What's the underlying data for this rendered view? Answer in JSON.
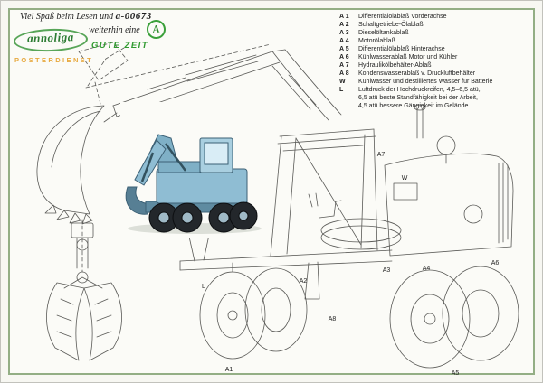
{
  "page": {
    "bg": "#f7f7f2",
    "frame_color": "#93ae85"
  },
  "header": {
    "greeting_line1": "Viel Spaß beim Lesen und",
    "greeting_code": "a-00673",
    "greeting_line2": "weiterhin eine",
    "badge_letter": "A",
    "greeting_line3": "GUTE ZEIT",
    "accent_green": "#2f9a2f",
    "logo_text": "annoliga",
    "logo_sub": "POSTERDIENST",
    "logo_green": "#2e7d34",
    "posterdienst_orange": "#e7a93f"
  },
  "legend": {
    "items": [
      {
        "code": "A 1",
        "text": "Differentialölablaß Vorderachse"
      },
      {
        "code": "A 2",
        "text": "Schaltgetriebe-Ölablaß"
      },
      {
        "code": "A 3",
        "text": "Dieselöltankablaß"
      },
      {
        "code": "A 4",
        "text": "Motorölablaß"
      },
      {
        "code": "A 5",
        "text": "Differentialölablaß Hinterachse"
      },
      {
        "code": "A 6",
        "text": "Kühlwasserablaß Motor und Kühler"
      },
      {
        "code": "A 7",
        "text": "Hydraulikölbehälter-Ablaß"
      },
      {
        "code": "A 8",
        "text": "Kondenswasserablaß v. Druckluftbehälter"
      },
      {
        "code": "W",
        "text": "Kühlwasser und destilliertes Wasser für Batterie"
      },
      {
        "code": "L",
        "text": "Luftdruck der Hochdruckreifen, 4,5–6,5 atü,"
      },
      {
        "code": "",
        "text": "6,5 atü beste Standfähigkeit bei der Arbeit,"
      },
      {
        "code": "",
        "text": "4,5 atü bessere Gängigkeit im Gelände."
      }
    ]
  },
  "drawing": {
    "subject": "Mobilbagger Schmierplan Zeichnung",
    "markers": [
      {
        "label": "A1"
      },
      {
        "label": "A2"
      },
      {
        "label": "A3"
      },
      {
        "label": "A4"
      },
      {
        "label": "A5"
      },
      {
        "label": "A6"
      },
      {
        "label": "A7"
      },
      {
        "label": "A8"
      },
      {
        "label": "W"
      },
      {
        "label": "L"
      }
    ]
  }
}
